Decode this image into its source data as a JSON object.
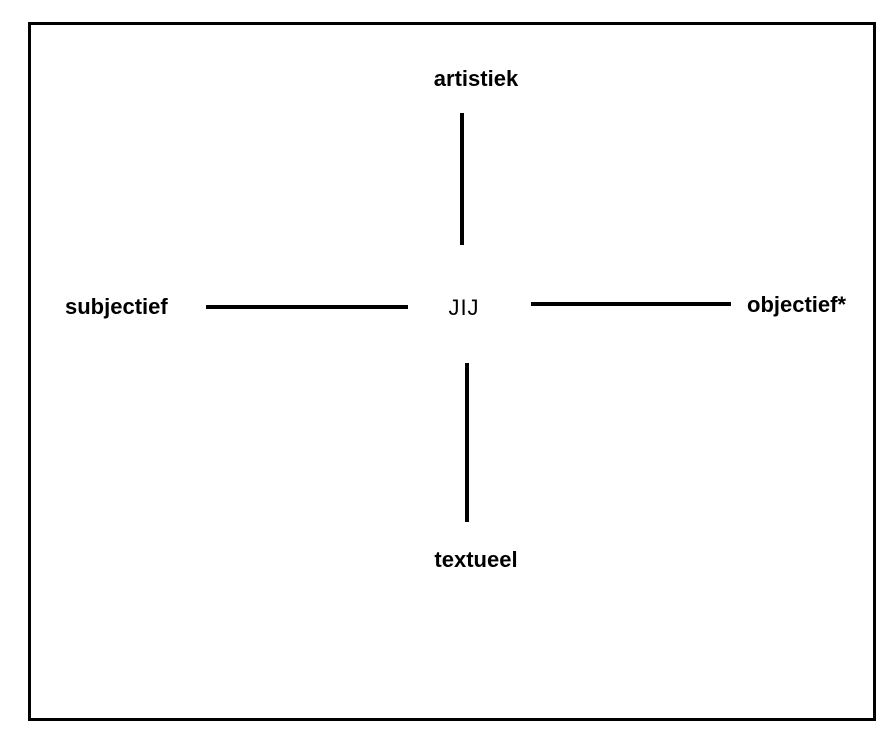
{
  "diagram": {
    "center_label": "JIJ",
    "axes": {
      "top": "artistiek",
      "bottom": "textueel",
      "left": "subjectief",
      "right": "objectief*"
    },
    "colors": {
      "line": "#000000",
      "text": "#000000",
      "background": "#ffffff",
      "frame_border": "#000000"
    }
  }
}
